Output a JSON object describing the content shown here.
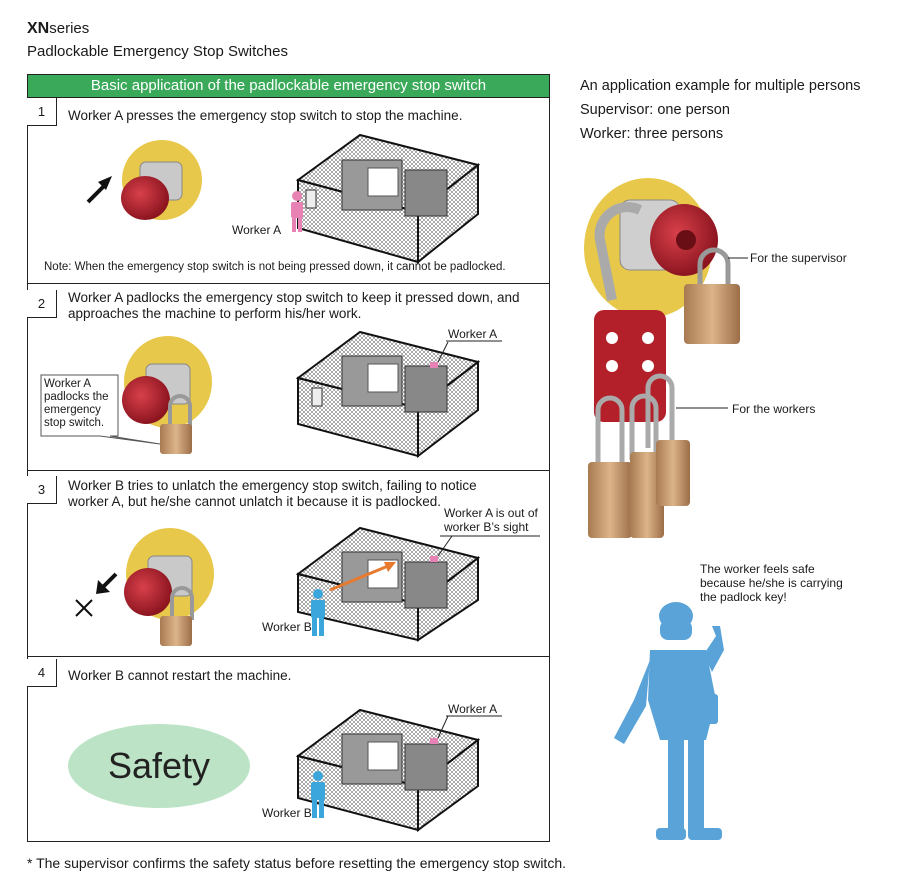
{
  "header": {
    "series_bold": "XN",
    "series_rest": "series",
    "subtitle": "Padlockable Emergency Stop Switches"
  },
  "table": {
    "title": "Basic application of the padlockable emergency stop switch",
    "steps": [
      {
        "num": "1",
        "text": "Worker A presses the emergency stop switch to stop the machine.",
        "note": "Note: When the emergency stop switch is not being pressed down, it cannot be padlocked.",
        "worker_label": "Worker A"
      },
      {
        "num": "2",
        "line1": "Worker A padlocks the emergency stop switch to keep it pressed down, and",
        "line2": "approaches the machine to perform his/her work.",
        "worker_label": "Worker A",
        "callout": [
          "Worker A",
          "padlocks the",
          "emergency",
          "stop switch."
        ]
      },
      {
        "num": "3",
        "line1": "Worker B tries to unlatch the emergency stop switch, failing to notice",
        "line2": "worker A, but he/she cannot unlatch it because it is padlocked.",
        "sight_label_1": "Worker A is out of",
        "sight_label_2": "worker B’s sight",
        "worker_label": "Worker B"
      },
      {
        "num": "4",
        "text": "Worker B cannot restart the machine.",
        "worker_label_a": "Worker A",
        "worker_label_b": "Worker B",
        "safety": "Safety"
      }
    ]
  },
  "right": {
    "line1": "An application example for multiple persons",
    "line2": "Supervisor: one person",
    "line3": "Worker: three persons",
    "label_supervisor": "For the supervisor",
    "label_workers": "For the workers",
    "worker_caption": [
      "The worker feels safe",
      "because he/she is carrying",
      "the padlock key!"
    ]
  },
  "footnote": "* The supervisor confirms the safety status before resetting the emergency stop switch.",
  "colors": {
    "green": "#3aaa5a",
    "safety": "#bde3c6",
    "red": "#b3202a",
    "yellow": "#e8c84a",
    "brass": "#c49a6c",
    "blue": "#5aa3d8",
    "pink": "#e882b4"
  },
  "icons": [
    "arrow-icon",
    "emergency-stop-icon",
    "padlock-icon",
    "machine-enclosure-icon",
    "worker-icon",
    "lockout-hasp-icon",
    "cross-icon"
  ]
}
